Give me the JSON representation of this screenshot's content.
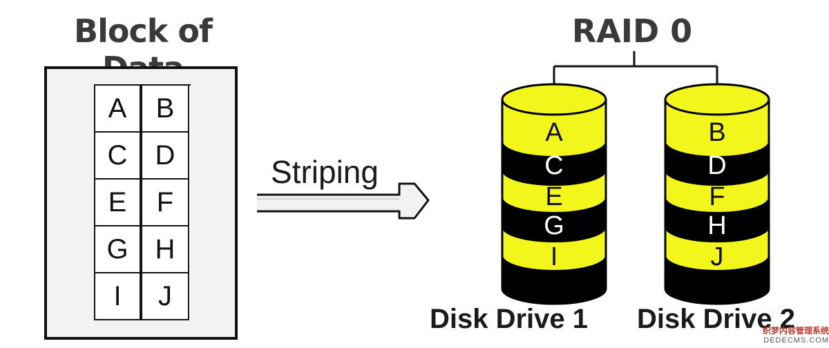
{
  "block": {
    "title": "Block of Data",
    "cells": [
      "A",
      "B",
      "C",
      "D",
      "E",
      "F",
      "G",
      "H",
      "I",
      "J"
    ]
  },
  "arrow": {
    "label": "Striping"
  },
  "raid": {
    "title": "RAID 0"
  },
  "drives": [
    {
      "label": "Disk Drive 1",
      "blocks": [
        "A",
        "C",
        "E",
        "G",
        "I"
      ]
    },
    {
      "label": "Disk Drive 2",
      "blocks": [
        "B",
        "D",
        "F",
        "H",
        "J"
      ]
    }
  ],
  "colors": {
    "band_yellow": "#f2f61a",
    "band_black": "#000000",
    "title_gray": "#3a3a3a"
  },
  "watermark": {
    "line1": "织梦内容管理系统",
    "line2": "DEDECMS.COM"
  }
}
